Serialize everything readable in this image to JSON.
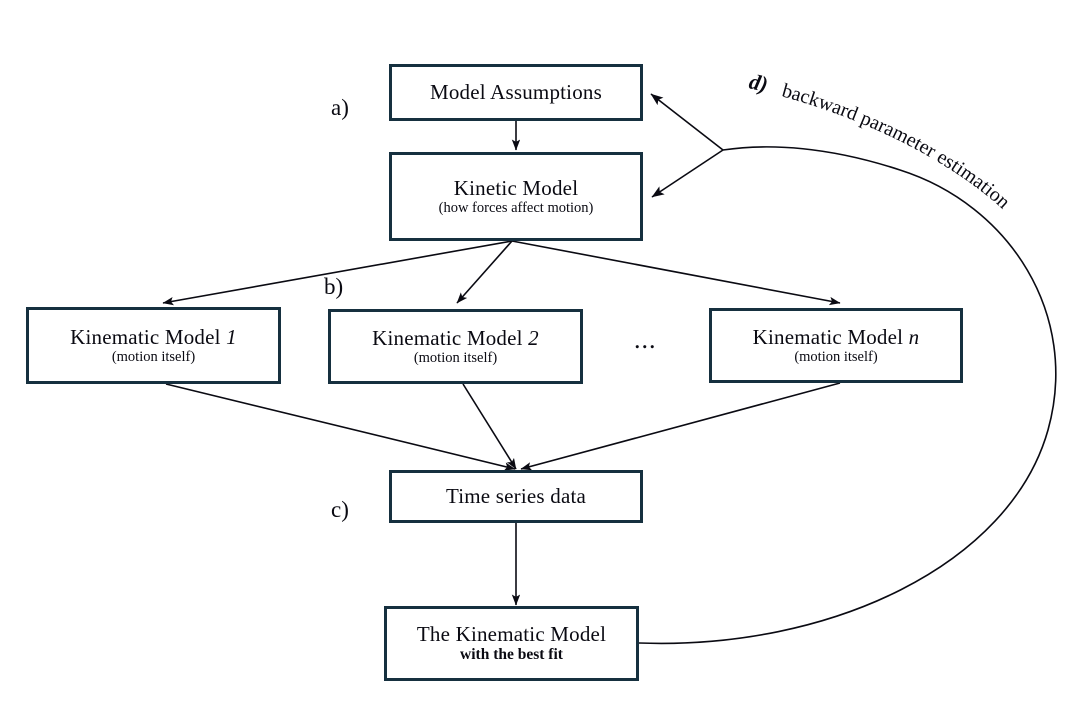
{
  "diagram": {
    "title": "Kinetic and kinematic modelling workflow",
    "line_color": "#16303f",
    "arrow_color": "#0a0a12",
    "background": "#ffffff",
    "stage_labels": {
      "a": "a)",
      "b": "b)",
      "c": "c)",
      "d": "d)"
    },
    "nodes": {
      "model_assumptions": {
        "title": "Model Assumptions",
        "sub": ""
      },
      "kinetic_model": {
        "title": "Kinetic Model",
        "sub": "(how forces affect motion)"
      },
      "kinematic_1": {
        "title": "Kinematic Model ",
        "index": "1",
        "sub": "(motion itself)"
      },
      "kinematic_2": {
        "title": "Kinematic Model ",
        "index": "2",
        "sub": "(motion itself)"
      },
      "kinematic_n": {
        "title": "Kinematic Model ",
        "index": "n",
        "sub": "(motion itself)"
      },
      "time_series": {
        "title": "Time series data",
        "sub": ""
      },
      "best_fit": {
        "title": "The Kinematic Model",
        "sub": "with the best fit"
      }
    },
    "ellipsis": "...",
    "feedback_label": {
      "prefix": "d)",
      "text": "backward parameter estimation"
    }
  }
}
